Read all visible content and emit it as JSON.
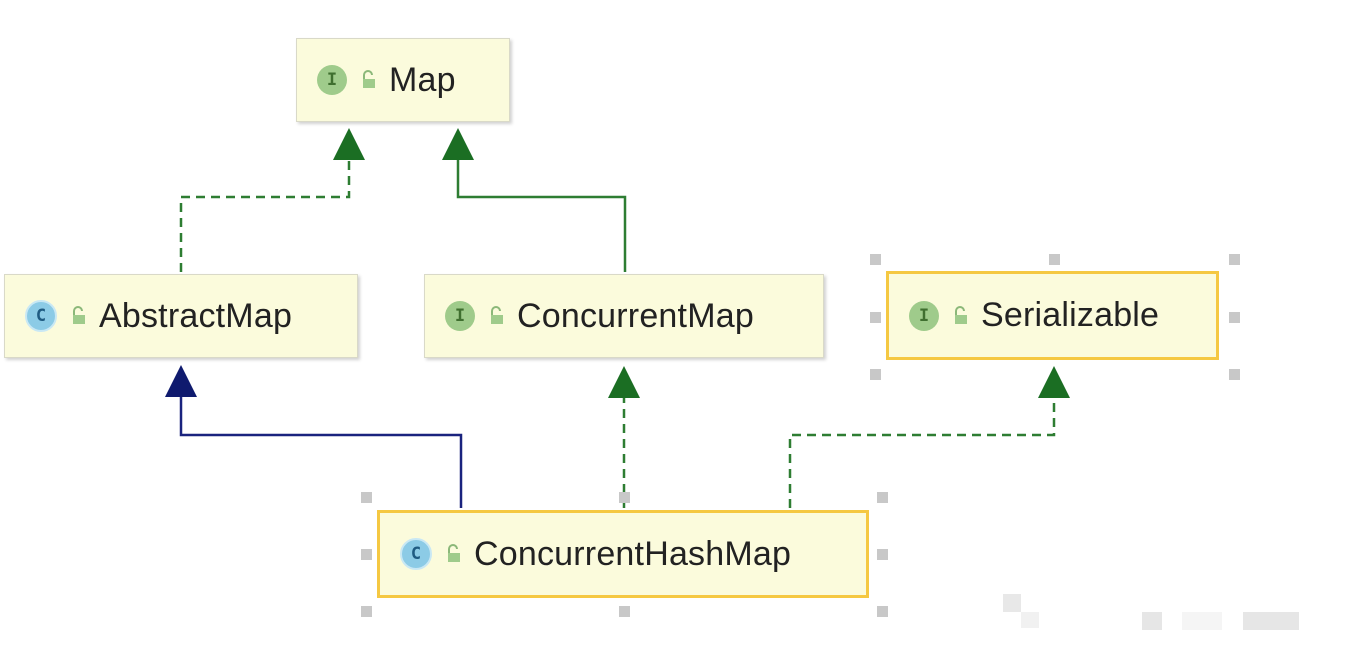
{
  "nodes": {
    "map": {
      "label": "Map",
      "kind": "I"
    },
    "abstract_map": {
      "label": "AbstractMap",
      "kind": "C"
    },
    "concurrent_map": {
      "label": "ConcurrentMap",
      "kind": "I"
    },
    "serializable": {
      "label": "Serializable",
      "kind": "I"
    },
    "concurrent_hash_map": {
      "label": "ConcurrentHashMap",
      "kind": "C"
    }
  },
  "colors": {
    "interface_edge": "#2e7d32",
    "class_edge": "#1a237e",
    "node_fill": "#fbfbdc",
    "selection_border": "#f5c842"
  },
  "icons": {
    "interface_badge": "interface-badge-icon",
    "class_badge": "class-badge-icon",
    "visibility": "unlock-icon"
  }
}
